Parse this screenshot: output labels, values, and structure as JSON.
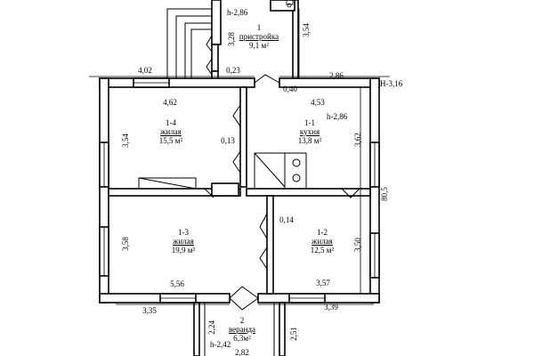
{
  "rooms": [
    {
      "id": "1",
      "name": "пристройка",
      "area": "9,1 м²"
    },
    {
      "id": "1-1",
      "name": "кухня",
      "area": "13,8 м²"
    },
    {
      "id": "1-2",
      "name": "жилая",
      "area": "12,5 м²"
    },
    {
      "id": "1-3",
      "name": "жилая",
      "area": "19,9 м²"
    },
    {
      "id": "1-4",
      "name": "жилая",
      "area": "15,5 м²"
    },
    {
      "id": "2",
      "name": "веранда",
      "area": "6,3м²"
    }
  ],
  "heights": {
    "annex": "h-2,86",
    "house": "h-2,86",
    "ridge": "H-3,16",
    "veranda": "h-2,42"
  },
  "dimensions": {
    "annex_left": "3,28",
    "annex_right": "3,54",
    "annex_step": "0,23",
    "top_left_out": "4,02",
    "top_left_in": "4,62",
    "top_right_out": "2,86",
    "top_gap": "0,40",
    "top_right_in": "4,53",
    "left_upper": "3,54",
    "left_lower": "3,58",
    "right_upper": "3,62",
    "right_lower": "3,50",
    "right_total": "80,5",
    "partition_upper": "0,13",
    "partition_lower": "0,14",
    "bottom_left_in": "5,56",
    "bottom_right_in": "3,57",
    "bottom_left_out": "3,35",
    "bottom_right_out": "3,39",
    "veranda_left": "2,24",
    "veranda_right": "2,51",
    "veranda_bottom": "2,82"
  }
}
